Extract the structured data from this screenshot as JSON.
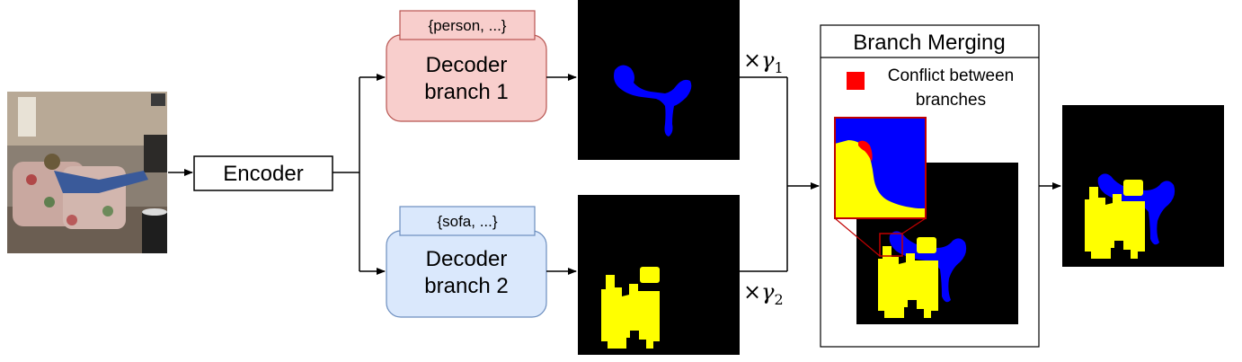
{
  "encoder": {
    "label": "Encoder"
  },
  "branch1": {
    "tag": "{person, ...}",
    "title_line1": "Decoder",
    "title_line2": "branch 1",
    "fill": "#f8cecc",
    "stroke": "#b85450"
  },
  "branch2": {
    "tag": "{sofa, ...}",
    "title_line1": "Decoder",
    "title_line2": "branch 2",
    "fill": "#dae8fc",
    "stroke": "#6c8ebf"
  },
  "weights": {
    "gamma1_prefix": "×",
    "gamma1_symbol": "γ",
    "gamma1_sub": "1",
    "gamma2_prefix": "×",
    "gamma2_symbol": "γ",
    "gamma2_sub": "2"
  },
  "merging": {
    "title": "Branch Merging",
    "legend_line1": "Conflict between",
    "legend_line2": "branches",
    "conflict_color": "#ff0000"
  },
  "colors": {
    "person_mask": "#0000ff",
    "sofa_mask": "#ffff00",
    "background": "#000000",
    "conflict_box": "#c00000"
  }
}
